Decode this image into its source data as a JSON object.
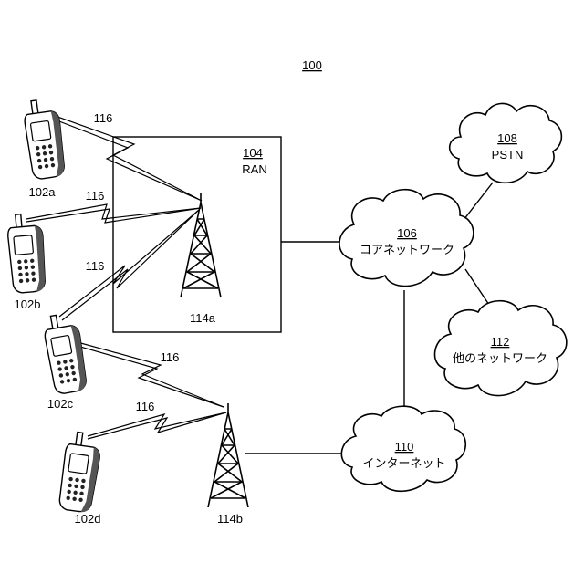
{
  "figure_number": "100",
  "ran": {
    "ref": "104",
    "label": "RAN"
  },
  "core_network": {
    "ref": "106",
    "label": "コアネットワーク"
  },
  "pstn": {
    "ref": "108",
    "label": "PSTN"
  },
  "internet": {
    "ref": "110",
    "label": "インターネット"
  },
  "other_networks": {
    "ref": "112",
    "label": "他のネットワーク"
  },
  "base_stations": [
    "114a",
    "114b"
  ],
  "wtrus": [
    "102a",
    "102b",
    "102c",
    "102d"
  ],
  "air_interface_label": "116"
}
